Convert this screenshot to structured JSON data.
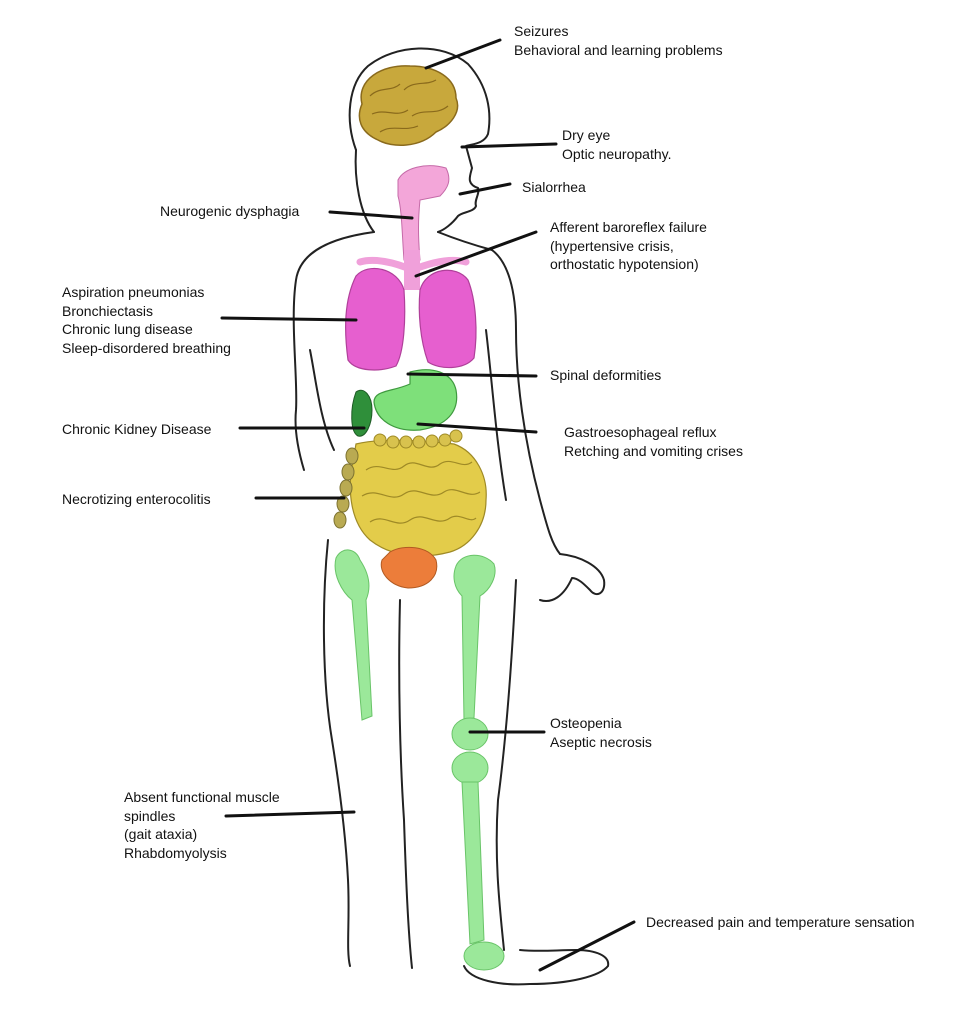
{
  "colors": {
    "brain": "#c8a83c",
    "airway_lungs": "#e65fcf",
    "throat": "#f3a6d9",
    "stomach_kidney_bone": "#7ee07a",
    "kidney": "#2f8f3a",
    "intestines": "#e3cc4a",
    "colon": "#b9aa52",
    "bladder": "#ec7d3a",
    "outline": "#222222",
    "leader_line": "#111111"
  },
  "labels": {
    "brain": [
      "Seizures",
      "Behavioral and  learning problems"
    ],
    "eye": [
      "Dry eye",
      "Optic neuropathy."
    ],
    "mouth": [
      "Sialorrhea"
    ],
    "dysphagia": [
      "Neurogenic dysphagia"
    ],
    "baroreflex": [
      "Afferent baroreflex failure",
      "(hypertensive crisis,",
      "orthostatic hypotension)"
    ],
    "lungs": [
      "Aspiration pneumonias",
      "Bronchiectasis",
      "Chronic lung disease",
      "Sleep-disordered breathing"
    ],
    "spine": [
      "Spinal deformities"
    ],
    "kidney": [
      "Chronic Kidney Disease"
    ],
    "stomach": [
      "Gastroesophageal reflux",
      "Retching and vomiting crises"
    ],
    "colon": [
      "Necrotizing enterocolitis"
    ],
    "bone": [
      "Osteopenia",
      "Aseptic necrosis"
    ],
    "muscle": [
      "Absent functional muscle",
      "spindles",
      "(gait ataxia)",
      "Rhabdomyolysis"
    ],
    "foot": [
      "Decreased pain and temperature sensation"
    ]
  }
}
